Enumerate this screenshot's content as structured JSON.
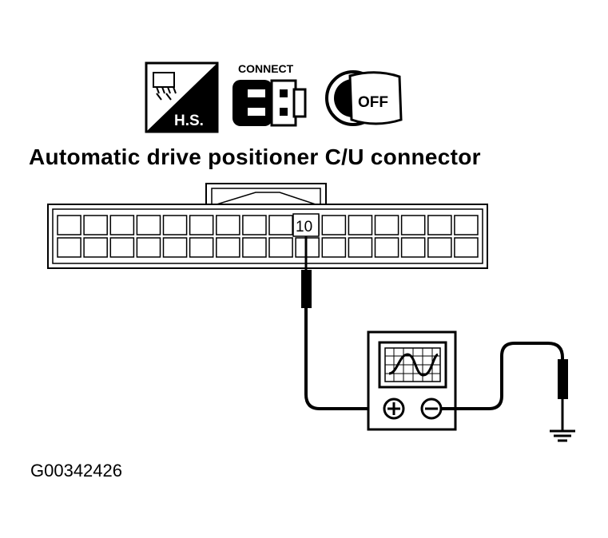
{
  "icons": {
    "harness_label": "H.S.",
    "harness_icon": "harness-sign-icon",
    "connect_label": "CONNECT",
    "connect_icon": "connector-icon",
    "key_label": "OFF",
    "key_icon": "ignition-key-icon"
  },
  "title": "Automatic drive positioner C/U connector",
  "connector": {
    "terminal_label": "10",
    "rows": 2,
    "columns": 16
  },
  "instrument": {
    "icon": "oscilloscope-icon",
    "plus_terminal": "plus-terminal-icon",
    "minus_terminal": "minus-terminal-icon"
  },
  "ground_icon": "ground-icon",
  "figure_code": "G00342426"
}
